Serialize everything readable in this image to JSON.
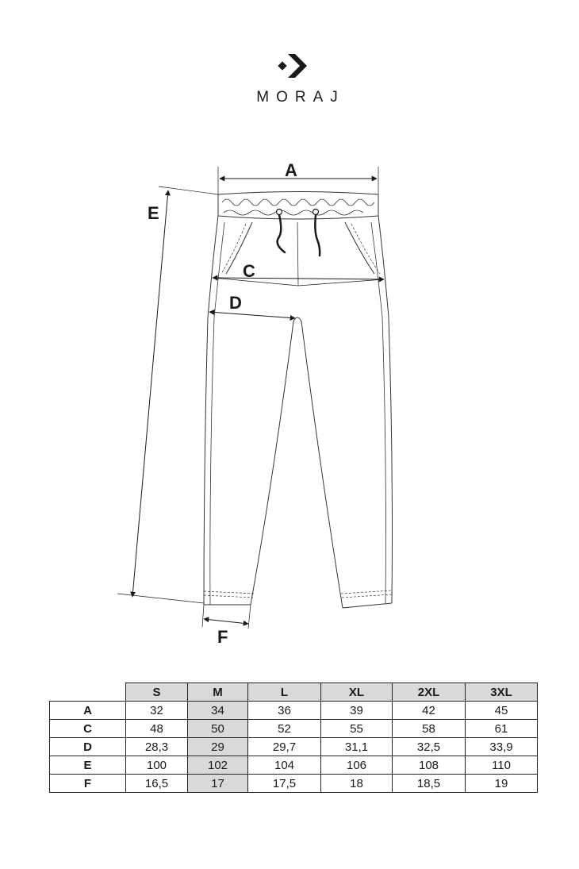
{
  "brand": {
    "name": "MORAJ",
    "logo_icon": "chevron-arrow-logo"
  },
  "diagram": {
    "labels": {
      "a": "A",
      "c": "C",
      "d": "D",
      "e": "E",
      "f": "F"
    }
  },
  "size_table": {
    "highlight_color": "#d9d9d9",
    "headers": [
      "S",
      "M",
      "L",
      "XL",
      "2XL",
      "3XL"
    ],
    "highlighted_column": "M",
    "rows": [
      {
        "label": "A",
        "values": [
          "32",
          "34",
          "36",
          "39",
          "42",
          "45"
        ]
      },
      {
        "label": "C",
        "values": [
          "48",
          "50",
          "52",
          "55",
          "58",
          "61"
        ]
      },
      {
        "label": "D",
        "values": [
          "28,3",
          "29",
          "29,7",
          "31,1",
          "32,5",
          "33,9"
        ]
      },
      {
        "label": "E",
        "values": [
          "100",
          "102",
          "104",
          "106",
          "108",
          "110"
        ]
      },
      {
        "label": "F",
        "values": [
          "16,5",
          "17",
          "17,5",
          "18",
          "18,5",
          "19"
        ]
      }
    ]
  }
}
